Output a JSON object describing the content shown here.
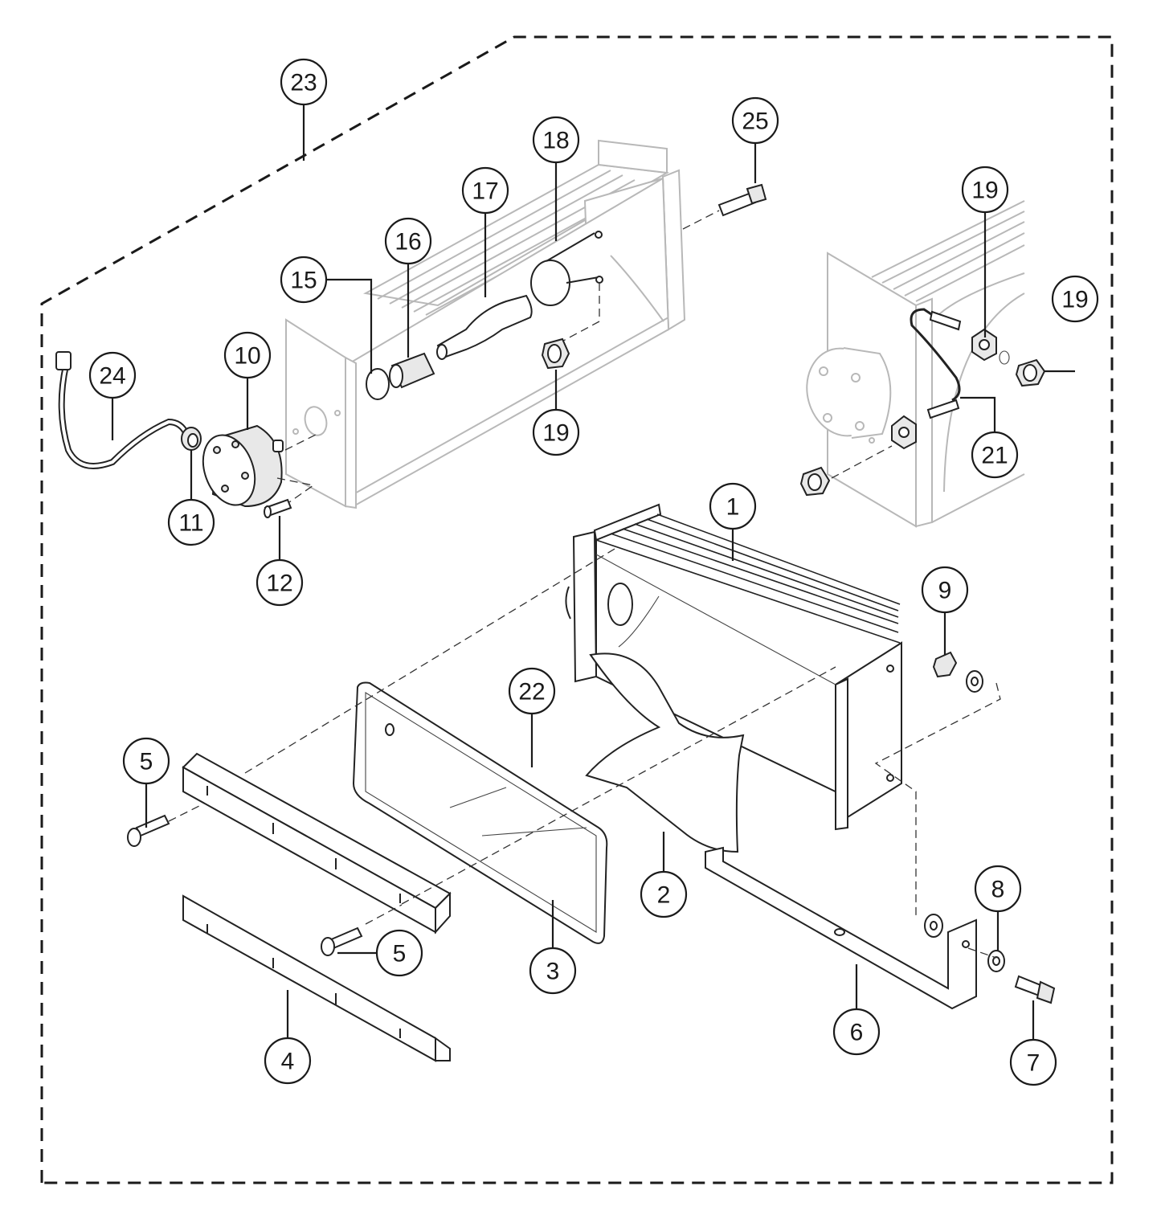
{
  "diagram": {
    "callouts": [
      {
        "id": "c23",
        "label": "23"
      },
      {
        "id": "c25",
        "label": "25"
      },
      {
        "id": "c18",
        "label": "18"
      },
      {
        "id": "c17",
        "label": "17"
      },
      {
        "id": "c16",
        "label": "16"
      },
      {
        "id": "c15",
        "label": "15"
      },
      {
        "id": "c19a",
        "label": "19"
      },
      {
        "id": "c19b",
        "label": "19"
      },
      {
        "id": "c19c",
        "label": "19"
      },
      {
        "id": "c10",
        "label": "10"
      },
      {
        "id": "c24",
        "label": "24"
      },
      {
        "id": "c11",
        "label": "11"
      },
      {
        "id": "c12",
        "label": "12"
      },
      {
        "id": "c21",
        "label": "21"
      },
      {
        "id": "c1",
        "label": "1"
      },
      {
        "id": "c9",
        "label": "9"
      },
      {
        "id": "c22",
        "label": "22"
      },
      {
        "id": "c5a",
        "label": "5"
      },
      {
        "id": "c5b",
        "label": "5"
      },
      {
        "id": "c2",
        "label": "2"
      },
      {
        "id": "c3",
        "label": "3"
      },
      {
        "id": "c4",
        "label": "4"
      },
      {
        "id": "c6",
        "label": "6"
      },
      {
        "id": "c8",
        "label": "8"
      },
      {
        "id": "c7",
        "label": "7"
      }
    ]
  }
}
